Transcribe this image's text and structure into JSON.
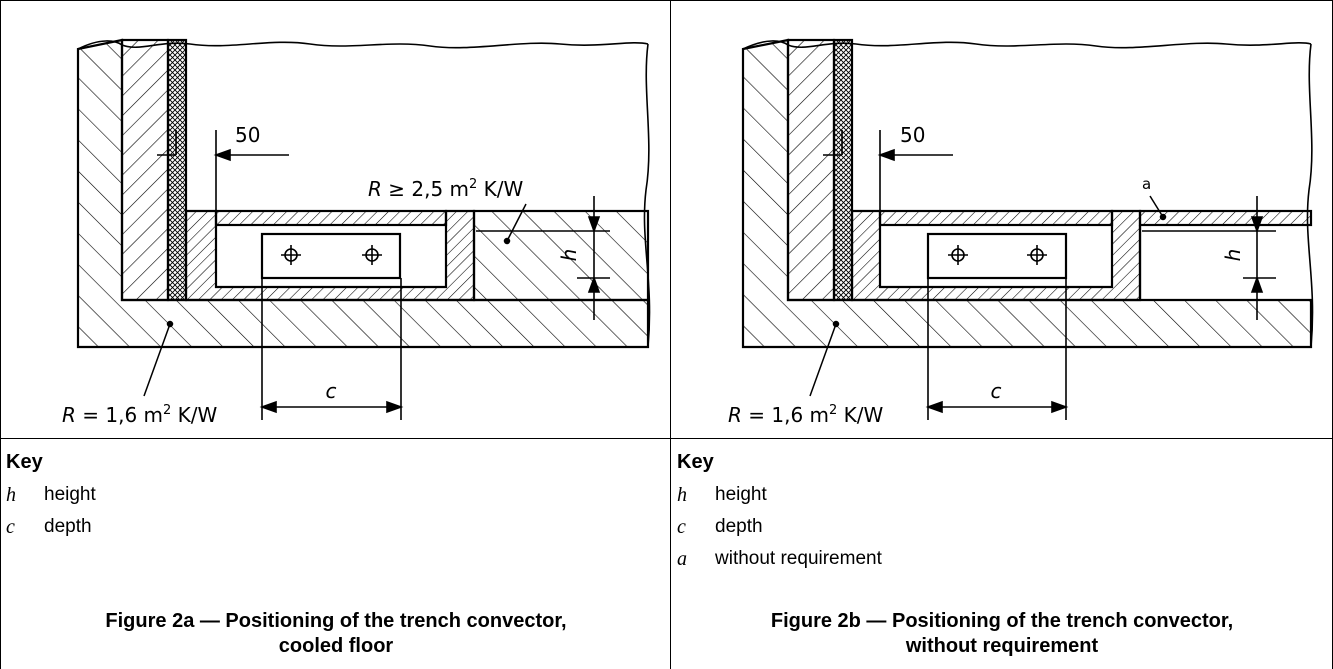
{
  "figures": [
    {
      "id": "2a",
      "drawing": {
        "dim_top": "50",
        "resistance_top_prefix": "R",
        "resistance_top_value": " ≥ 2,5 m",
        "resistance_top_sup": "2",
        "resistance_top_unit": " K/W",
        "resistance_bottom_prefix": "R",
        "resistance_bottom_value": " = 1,6 m",
        "resistance_bottom_sup": "2",
        "resistance_bottom_unit": " K/W",
        "dim_h": "h",
        "dim_c": "c",
        "label_a": ""
      },
      "key": {
        "title": "Key",
        "items": [
          {
            "symbol": "h",
            "text": "height"
          },
          {
            "symbol": "c",
            "text": "depth"
          }
        ]
      },
      "caption_line1": "Figure 2a — Positioning of the trench convector,",
      "caption_line2": "cooled floor"
    },
    {
      "id": "2b",
      "drawing": {
        "dim_top": "50",
        "resistance_bottom_prefix": "R",
        "resistance_bottom_value": " = 1,6 m",
        "resistance_bottom_sup": "2",
        "resistance_bottom_unit": " K/W",
        "dim_h": "h",
        "dim_c": "c",
        "label_a": "a"
      },
      "key": {
        "title": "Key",
        "items": [
          {
            "symbol": "h",
            "text": "height"
          },
          {
            "symbol": "c",
            "text": "depth"
          },
          {
            "symbol": "a",
            "text": "without requirement"
          }
        ]
      },
      "caption_line1": "Figure 2b — Positioning of the trench convector,",
      "caption_line2": "without requirement"
    }
  ],
  "colors": {
    "line": "#000000",
    "background": "#ffffff"
  }
}
